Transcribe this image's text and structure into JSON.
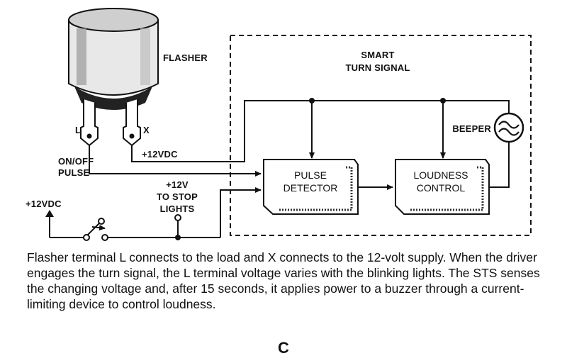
{
  "labels": {
    "flasher": "FLASHER",
    "smart": "SMART",
    "turn_signal": "TURN SIGNAL",
    "terminal_l": "L",
    "terminal_x": "X",
    "plus12vdc_flasher": "+12VDC",
    "on_off": "ON/OFF",
    "pulse": "PULSE",
    "plus12v": "+12V",
    "to_stop": "TO STOP",
    "lights": "LIGHTS",
    "plus12vdc_switch": "+12VDC",
    "beeper": "BEEPER",
    "pulse_detector_line1": "PULSE",
    "pulse_detector_line2": "DETECTOR",
    "loudness_line1": "LOUDNESS",
    "loudness_line2": "CONTROL"
  },
  "caption": "Flasher terminal L connects to the load and X connects to the 12-volt supply. When the driver engages the turn signal, the L terminal voltage varies with the blinking lights. The STS senses the changing voltage and, after 15 seconds, it applies power to a buzzer through a current-limiting device to control loudness.",
  "figure_letter": "C"
}
